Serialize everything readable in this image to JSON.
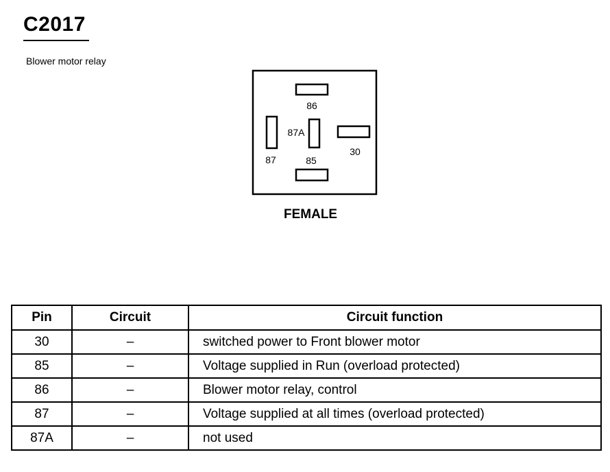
{
  "connector": {
    "id": "C2017",
    "description": "Blower motor relay",
    "gender": "FEMALE",
    "terminals": [
      {
        "pin": "86",
        "orientation": "horizontal"
      },
      {
        "pin": "87A",
        "orientation": "vertical"
      },
      {
        "pin": "30",
        "orientation": "horizontal"
      },
      {
        "pin": "87",
        "orientation": "vertical"
      },
      {
        "pin": "85",
        "orientation": "horizontal"
      }
    ]
  },
  "table": {
    "headers": {
      "pin": "Pin",
      "circuit": "Circuit",
      "function": "Circuit function"
    },
    "rows": [
      {
        "pin": "30",
        "circuit": "–",
        "function": "switched power to Front blower motor"
      },
      {
        "pin": "85",
        "circuit": "–",
        "function": "Voltage supplied in Run (overload protected)"
      },
      {
        "pin": "86",
        "circuit": "–",
        "function": "Blower motor relay, control"
      },
      {
        "pin": "87",
        "circuit": "–",
        "function": "Voltage supplied at all times (overload protected)"
      },
      {
        "pin": "87A",
        "circuit": "–",
        "function": "not used"
      }
    ]
  }
}
